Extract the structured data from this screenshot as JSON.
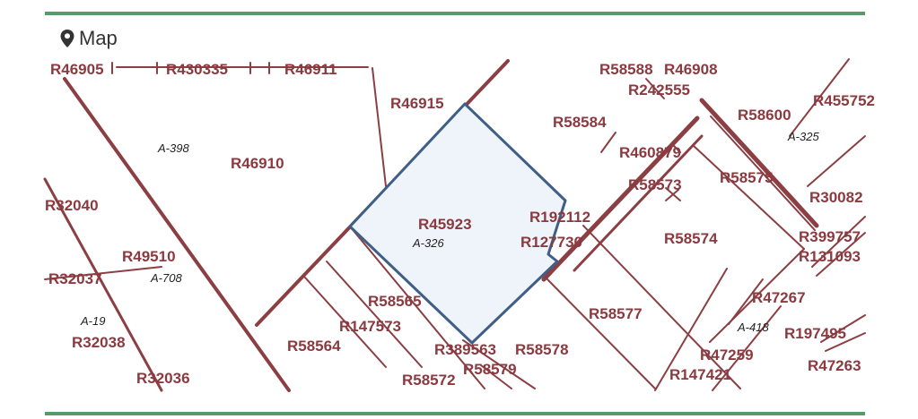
{
  "header": {
    "title": "Map",
    "icon": "map-pin-icon"
  },
  "colors": {
    "accent_rule": "#5a9a68",
    "parcel_line": "#8b3f43",
    "parcel_text": "#8b3a40",
    "highlight_fill": "#eef4fa",
    "highlight_stroke": "#3f5f86",
    "title_text": "#333333"
  },
  "map": {
    "parcels": [
      "R46905",
      "R430335",
      "R46911",
      "R46915",
      "R46910",
      "R32040",
      "R49510",
      "R32037",
      "R32038",
      "R32036",
      "R58588",
      "R46908",
      "R242555",
      "R58584",
      "R58600",
      "R455752",
      "R460879",
      "R58573",
      "R58575",
      "R30082",
      "R192112",
      "R127730",
      "R58574",
      "R399757",
      "R131093",
      "R58565",
      "R147573",
      "R58564",
      "R389563",
      "R58578",
      "R58579",
      "R58572",
      "R58577",
      "R47267",
      "R197495",
      "R47259",
      "R147421",
      "R47263"
    ],
    "highlighted_parcel": "R45923",
    "abstracts": [
      "A-398",
      "A-708",
      "A-19",
      "A-326",
      "A-325",
      "A-418"
    ]
  }
}
